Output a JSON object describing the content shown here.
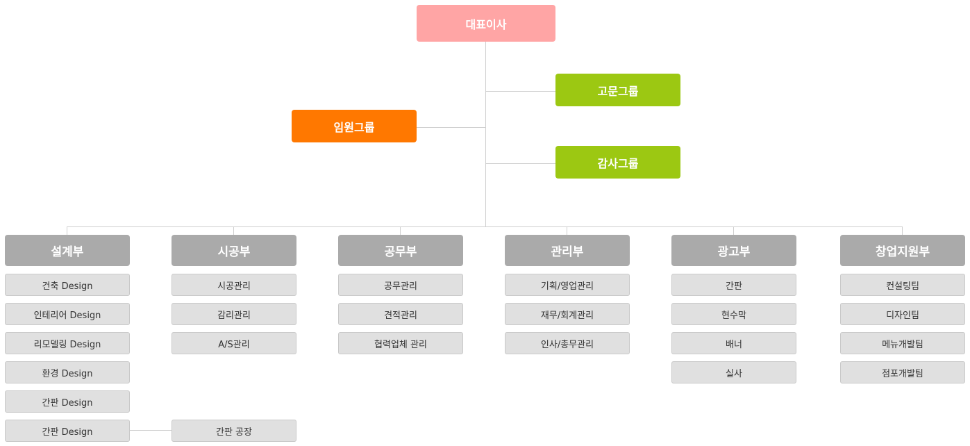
{
  "ceo": "대표이사",
  "executive_group": "임원그룹",
  "advisory_group": "고문그룹",
  "audit_group": "감사그룹",
  "departments": [
    {
      "name": "설계부",
      "items": [
        "건축 Design",
        "인테리어 Design",
        "리모델링 Design",
        "환경 Design",
        "간판 Design",
        "간판 Design"
      ]
    },
    {
      "name": "시공부",
      "items": [
        "시공관리",
        "감리관리",
        "A/S관리"
      ],
      "extra": "간판 공장"
    },
    {
      "name": "공무부",
      "items": [
        "공무관리",
        "견적관리",
        "협력업체 관리"
      ]
    },
    {
      "name": "관리부",
      "items": [
        "기획/영업관리",
        "재무/회계관리",
        "인사/총무관리"
      ]
    },
    {
      "name": "광고부",
      "items": [
        "간판",
        "현수막",
        "배너",
        "실사"
      ]
    },
    {
      "name": "창업지원부",
      "items": [
        "컨설팅팀",
        "디자인팀",
        "메뉴개발팀",
        "점포개발팀"
      ]
    }
  ]
}
